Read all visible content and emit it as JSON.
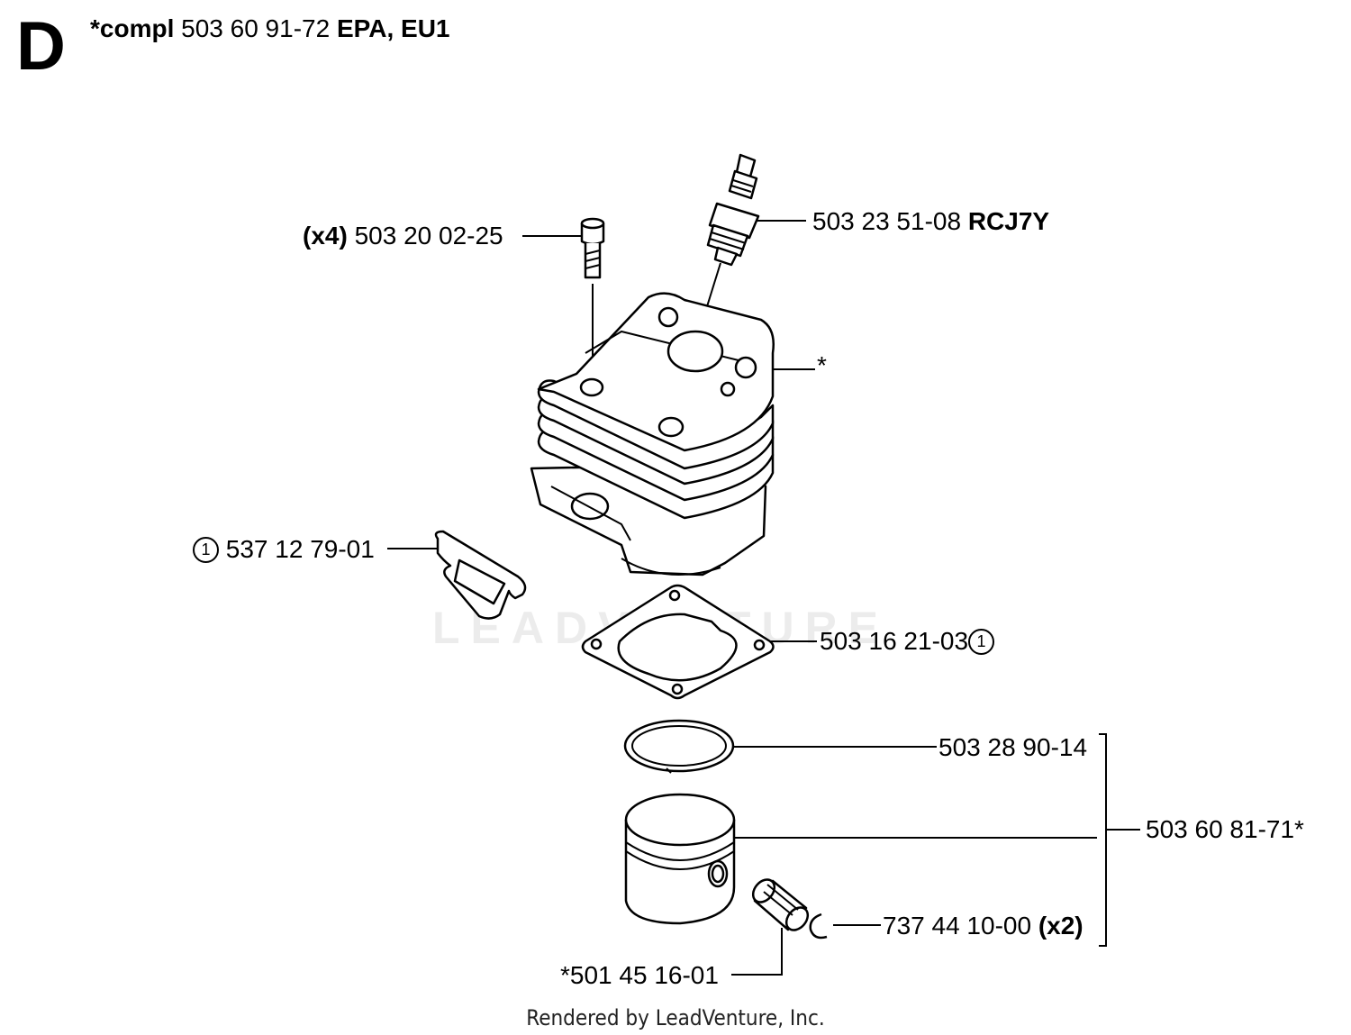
{
  "section_letter": "D",
  "title": {
    "prefix": "*compl",
    "number": "503 60 91-72",
    "suffix": "EPA, EU1"
  },
  "labels": {
    "screw": {
      "qty": "(x4)",
      "number": "503 20 02-25"
    },
    "spark_plug": {
      "number": "503 23 51-08",
      "code": "RCJ7Y"
    },
    "cylinder": {
      "mark": "*"
    },
    "intake_gasket": {
      "ref": "1",
      "number": "537 12 79-01"
    },
    "base_gasket": {
      "number": "503 16 21-03",
      "ref": "1"
    },
    "piston_ring": {
      "number": "503 28 90-14"
    },
    "piston_assembly": {
      "number": "503 60 81-71*"
    },
    "circlip": {
      "number": "737 44 10-00",
      "qty": "(x2)"
    },
    "needle_bearing": {
      "number": "*501 45 16-01"
    }
  },
  "watermark": "LEADVENTURE",
  "footer": "Rendered by LeadVenture, Inc."
}
